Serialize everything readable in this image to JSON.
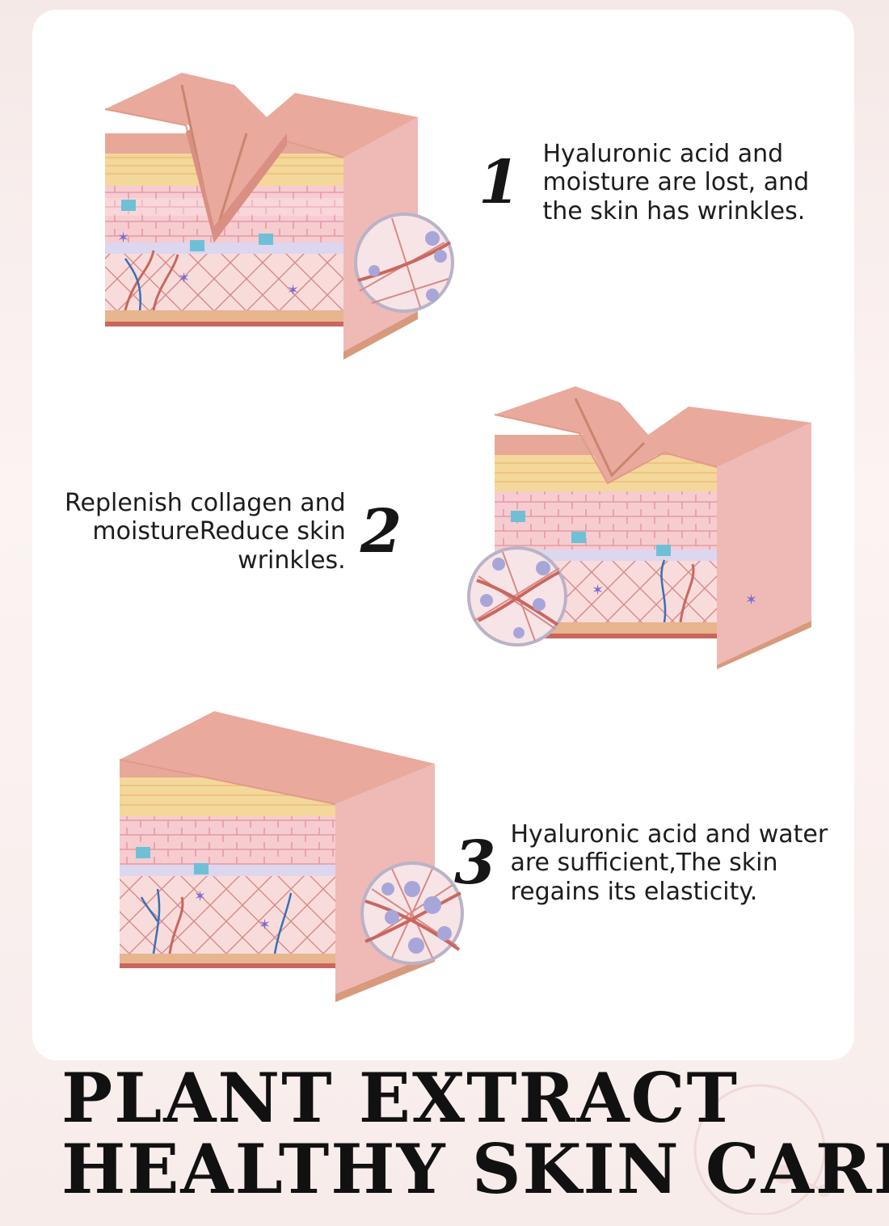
{
  "steps": [
    {
      "number": "1",
      "text_lines": [
        "Hyaluronic acid and",
        "moisture are lost, and",
        "the skin has wrinkles."
      ],
      "wrinkle_depth": "deep"
    },
    {
      "number": "2",
      "text_lines": [
        "Replenish collagen and",
        "moistureReduce skin",
        "wrinkles."
      ],
      "wrinkle_depth": "medium"
    },
    {
      "number": "3",
      "text_lines": [
        "Hyaluronic acid and water",
        "are sufficient,The skin",
        "regains its elasticity."
      ],
      "wrinkle_depth": "none"
    }
  ],
  "headline": {
    "line1": "PLANT EXTRACT",
    "line2": "HEALTHY SKIN CARE"
  },
  "colors": {
    "skin_top": "#e8a899",
    "epidermis_yellow": "#f4d79a",
    "dermis_pink": "#f6ccd0",
    "basal_cells": "#6fc0d6",
    "fibers": "#c9675e",
    "vein": "#3a6fb5",
    "hyaluronic_spheres": "#a8a6d9",
    "fat_layer": "#e7b58e"
  },
  "icons": [
    "skin-cross-section-icon",
    "magnifier-circle-icon",
    "collagen-fiber-icon",
    "hyaluronic-sphere-icon"
  ]
}
